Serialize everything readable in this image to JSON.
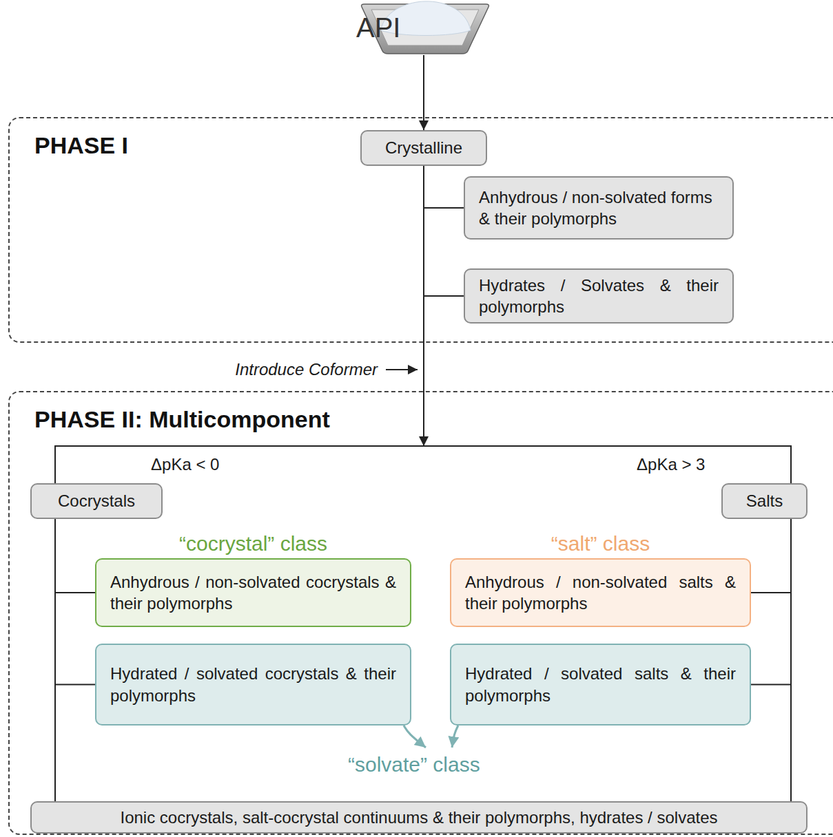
{
  "diagram": {
    "nodes": [
      {
        "text": [
          "API"
        ]
      },
      {
        "text": [
          "PHASE I"
        ]
      },
      {
        "text": [
          "Crystalline"
        ],
        "in": 1
      },
      {
        "text": [
          "Anhydrous / non-solvated forms & their polymorphs"
        ],
        "in": 1
      },
      {
        "text": [
          "Hydrates / Solvates & their polymorphs"
        ],
        "in": 1
      },
      {
        "text": [
          "PHASE II: Multicomponent"
        ]
      },
      {
        "text": [
          "Cocrystals"
        ],
        "in": 5
      },
      {
        "text": [
          "Salts"
        ],
        "in": 5
      },
      {
        "text": [
          "“cocrystal” class",
          "Anhydrous / non-solvated cocrystals & their polymorphs"
        ],
        "in": 5
      },
      {
        "text": [
          "“salt” class",
          "Anhydrous / non-solvated salts & their polymorphs"
        ],
        "in": 5
      },
      {
        "text": [
          "Hydrated / solvated cocrystals & their polymorphs"
        ],
        "in": 5
      },
      {
        "text": [
          "Hydrated / solvated salts & their polymorphs"
        ],
        "in": 5
      },
      {
        "text": [
          "“solvate” class"
        ],
        "in": 5
      },
      {
        "text": [
          "Ionic cocrystals, salt-cocrystal continuums & their polymorphs, hydrates / solvates"
        ],
        "in": 5
      }
    ],
    "edges": [
      {
        "from": 0,
        "to": 2,
        "arrow": "to"
      },
      {
        "from": 2,
        "to": 3,
        "arrow": "none"
      },
      {
        "from": 2,
        "to": 4,
        "arrow": "none"
      },
      {
        "from": 2,
        "to": 5,
        "arrow": "to"
      },
      {
        "from": 6,
        "to": 7,
        "arrow": "none"
      },
      {
        "from": 6,
        "to": 8,
        "arrow": "none"
      },
      {
        "from": 6,
        "to": 10,
        "arrow": "none"
      },
      {
        "from": 6,
        "to": 13,
        "arrow": "none"
      },
      {
        "from": 7,
        "to": 9,
        "arrow": "none"
      },
      {
        "from": 7,
        "to": 11,
        "arrow": "none"
      },
      {
        "from": 7,
        "to": 13,
        "arrow": "none"
      },
      {
        "from": 10,
        "to": 12,
        "arrow": "to"
      },
      {
        "from": 11,
        "to": 12,
        "arrow": "to"
      }
    ],
    "labels": [
      "Introduce Coformer",
      "ΔpKa < 0",
      "ΔpKa > 3"
    ]
  }
}
